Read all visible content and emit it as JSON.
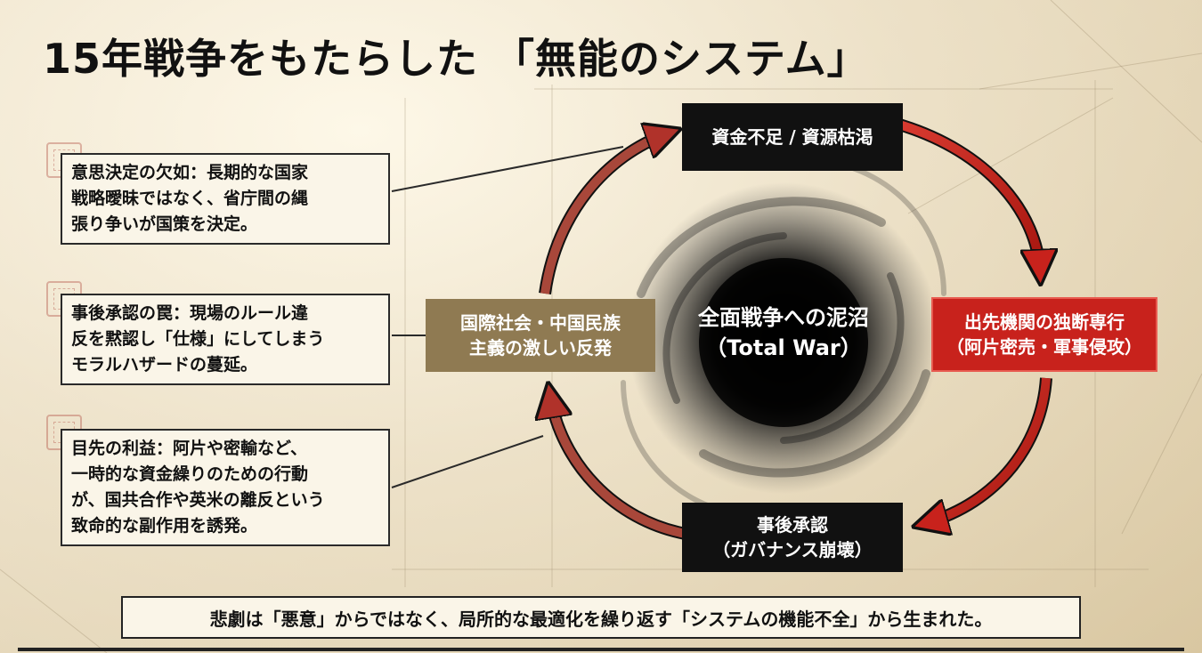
{
  "title": "15年戦争をもたらした 「無能のシステム」",
  "notes": [
    {
      "lines": [
        "意思決定の欠如：長期的な国家",
        "戦略曖昧ではなく、省庁間の縄",
        "張り争いが国策を決定。"
      ]
    },
    {
      "lines": [
        "事後承認の罠：現場のルール違",
        "反を黙認し「仕様」にしてしまう",
        "モラルハザードの蔓延。"
      ]
    },
    {
      "lines": [
        "目先の利益：阿片や密輸など、",
        "一時的な資金繰りのための行動",
        "が、国共合作や英米の離反という",
        "致命的な副作用を誘発。"
      ]
    }
  ],
  "cycle": {
    "top": {
      "lines": [
        "資金不足 / 資源枯渇"
      ]
    },
    "right": {
      "lines": [
        "出先機関の独断専行",
        "（阿片密売・軍事侵攻）"
      ]
    },
    "bottom": {
      "lines": [
        "事後承認",
        "（ガバナンス崩壊）"
      ]
    },
    "left": {
      "lines": [
        "国際社会・中国民族",
        "主義の激しい反発"
      ]
    }
  },
  "center": {
    "lines": [
      "全面戦争への泥沼",
      "（Total War）"
    ]
  },
  "footer": "悲劇は「悪意」からではなく、局所的な最適化を繰り返す「システムの機能不全」から生まれた。",
  "colors": {
    "accent_red": "#c8221c",
    "node_black": "#111111",
    "node_gold": "#8f7a52",
    "paper": "#efe6d2"
  },
  "icons": [
    "seal-stamp-icon",
    "vortex-icon",
    "cycle-arrow-icon"
  ]
}
